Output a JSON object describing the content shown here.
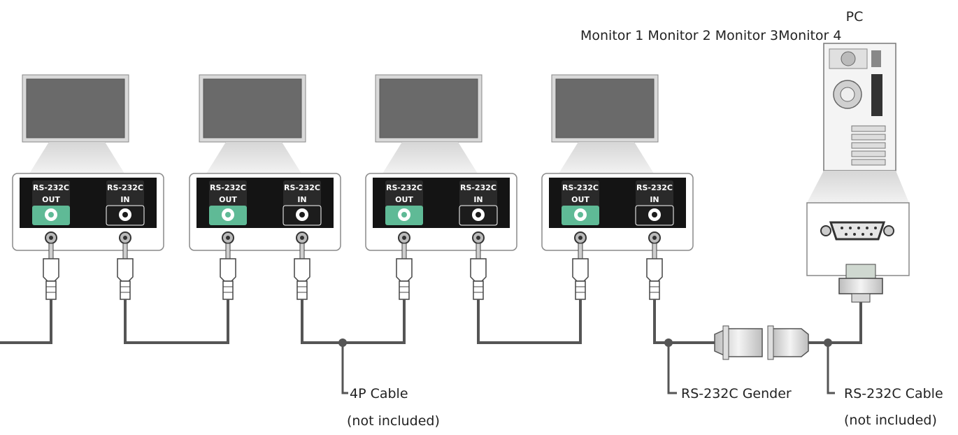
{
  "labels": {
    "pc": "PC",
    "monitors": "Monitor 1 Monitor 2 Monitor 3Monitor 4",
    "cable_4p": "4P Cable",
    "cable_4p_note": "(not included)",
    "gender": "RS-232C Gender",
    "rs_cable": "RS-232C Cable",
    "rs_cable_note": "(not included)"
  },
  "panel": {
    "out_top": "RS-232C",
    "out_bottom": "OUT",
    "in_top": "RS-232C",
    "in_bottom": "IN"
  },
  "monitors": [
    {
      "id": "monitor-1"
    },
    {
      "id": "monitor-2"
    },
    {
      "id": "monitor-3"
    },
    {
      "id": "monitor-4"
    }
  ],
  "colors": {
    "out_port": "#5fba96",
    "in_port": "#1c1c1c",
    "panel_bg": "#141414",
    "cable": "#555555",
    "device_gray": "#e6e6e6"
  }
}
